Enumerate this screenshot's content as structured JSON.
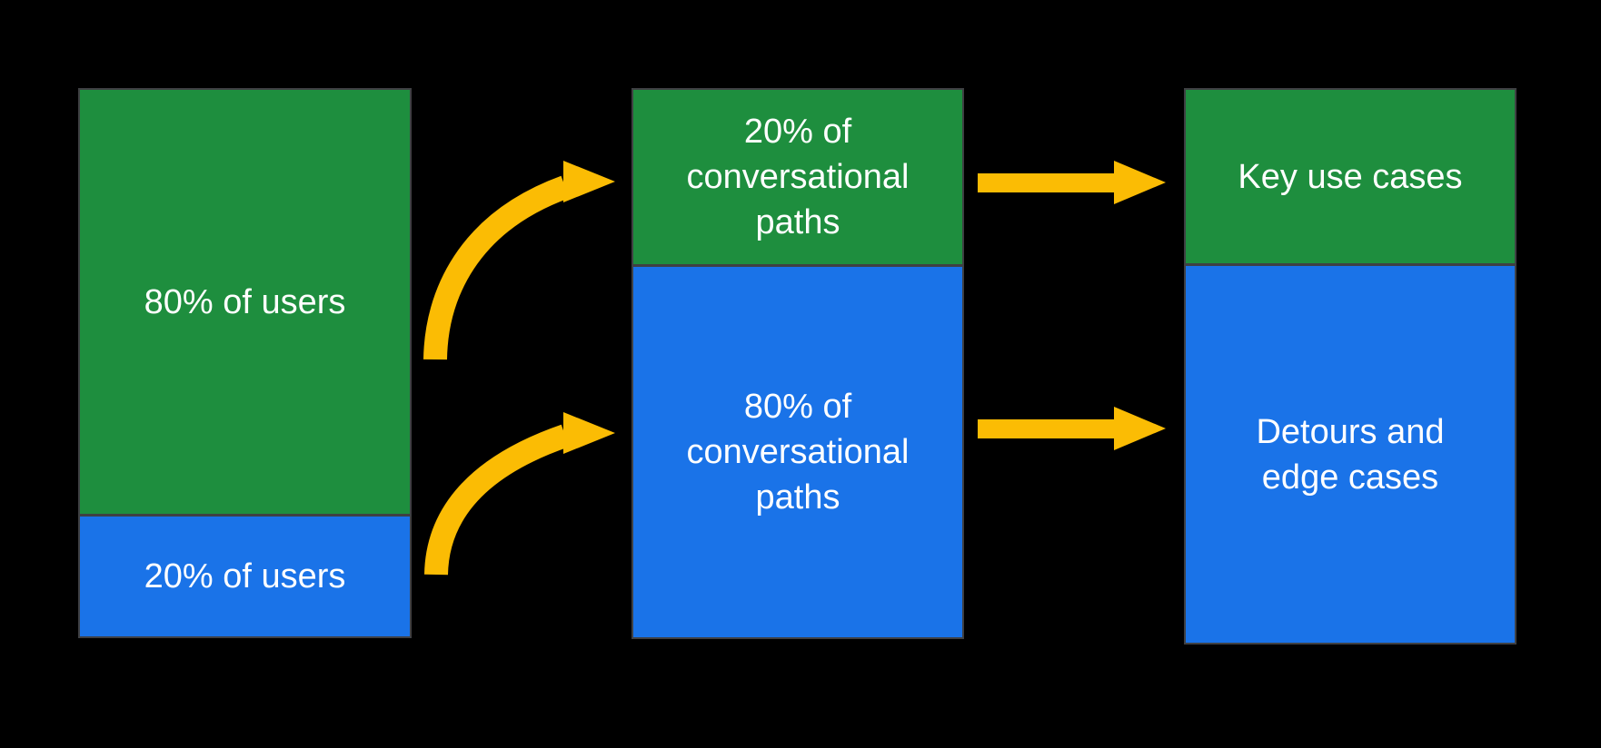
{
  "diagram": {
    "colors": {
      "background": "#000000",
      "green": "#1e8e3e",
      "blue": "#1a73e8",
      "arrow": "#fbbc04",
      "border": "#3f4043",
      "text": "#ffffff"
    },
    "columns": [
      {
        "name": "users",
        "segments": [
          {
            "color": "green",
            "height_pct": 77.6,
            "lines": [
              "80% of users"
            ]
          },
          {
            "color": "blue",
            "height_pct": 22.4,
            "lines": [
              "20% of users"
            ]
          }
        ]
      },
      {
        "name": "conversational-paths",
        "segments": [
          {
            "color": "green",
            "height_pct": 31.8,
            "lines": [
              "20% of",
              "conversational",
              "paths"
            ]
          },
          {
            "color": "blue",
            "height_pct": 68.2,
            "lines": [
              "80% of",
              "conversational",
              "paths"
            ]
          }
        ]
      },
      {
        "name": "use-cases",
        "segments": [
          {
            "color": "green",
            "height_pct": 31.4,
            "lines": [
              "Key use cases"
            ]
          },
          {
            "color": "blue",
            "height_pct": 68.6,
            "lines": [
              "Detours and",
              "edge cases"
            ]
          }
        ]
      }
    ],
    "arrows": [
      {
        "name": "curved-arrow-top",
        "style": "curved",
        "from": "80% of users",
        "to": "20% of conversational paths"
      },
      {
        "name": "curved-arrow-bottom",
        "style": "curved",
        "from": "20% of users",
        "to": "80% of conversational paths"
      },
      {
        "name": "straight-arrow-top",
        "style": "straight",
        "from": "20% of conversational paths",
        "to": "Key use cases"
      },
      {
        "name": "straight-arrow-bottom",
        "style": "straight",
        "from": "80% of conversational paths",
        "to": "Detours and edge cases"
      }
    ]
  }
}
